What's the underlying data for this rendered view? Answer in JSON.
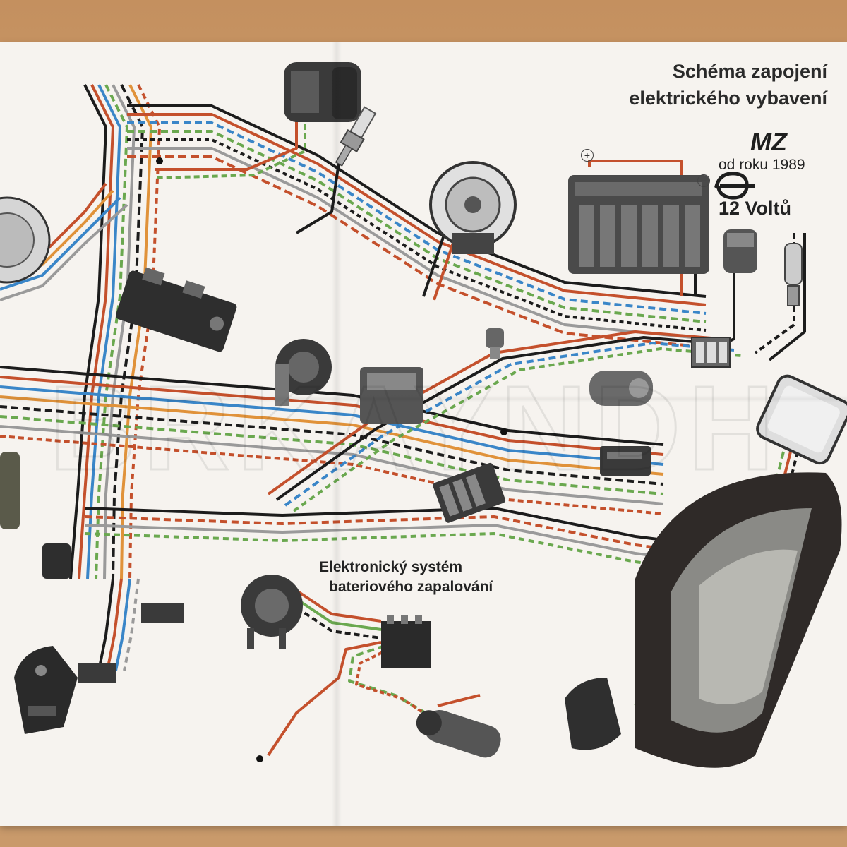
{
  "poster": {
    "title_line_1": "Schéma zapojení",
    "title_line_2": "elektrického vybavení",
    "brand": "MZ",
    "since": "od roku 1989",
    "voltage": "12 Voltů",
    "battery_plus": "+",
    "battery_minus": "−",
    "ignition_title_line_1": "Elektronický systém",
    "ignition_title_line_2": "bateriového zapalování"
  },
  "colors": {
    "paper": "#f6f3ef",
    "wire_black": "#1c1c1c",
    "wire_red": "#c4502c",
    "wire_blue": "#3a86c8",
    "wire_green": "#6aa84f",
    "wire_orange": "#e0923a",
    "wire_grey": "#9a9a9a",
    "wire_brown": "#8b5a3c",
    "component_dark": "#3a3a3a"
  },
  "components": [
    "headlight",
    "ignition-coil",
    "spark-plug",
    "alternator",
    "battery",
    "capacitor",
    "spark-plug-right",
    "relay-switch",
    "horn",
    "voltage-regulator",
    "brake-switch",
    "fuse-box",
    "rectifier",
    "terminal-block",
    "tail-light",
    "rear-fender-tail",
    "handlebar-switch",
    "contact-breaker",
    "ignition-module",
    "ignition-coil-2"
  ]
}
